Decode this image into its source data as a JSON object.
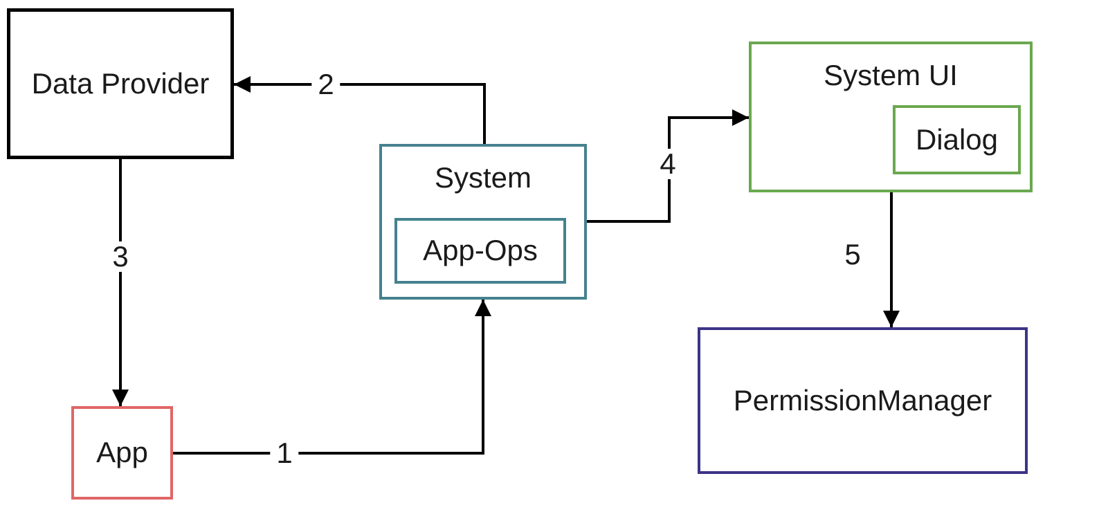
{
  "diagram": {
    "boxes": {
      "data_provider": {
        "label": "Data Provider"
      },
      "app": {
        "label": "App"
      },
      "system": {
        "label": "System"
      },
      "app_ops": {
        "label": "App-Ops"
      },
      "system_ui": {
        "label": "System UI"
      },
      "dialog": {
        "label": "Dialog"
      },
      "permission_manager": {
        "label": "PermissionManager"
      }
    },
    "arrows": [
      {
        "label": "1",
        "from": "App",
        "to": "System"
      },
      {
        "label": "2",
        "from": "System",
        "to": "Data Provider"
      },
      {
        "label": "3",
        "from": "Data Provider",
        "to": "App"
      },
      {
        "label": "4",
        "from": "System",
        "to": "System UI"
      },
      {
        "label": "5",
        "from": "System UI",
        "to": "PermissionManager"
      }
    ],
    "colors": {
      "data_provider_border": "#000000",
      "app_border": "#e06666",
      "system_border": "#45818e",
      "system_ui_border": "#6aa84f",
      "permission_manager_border": "#3c3487",
      "arrow": "#000000",
      "text": "#1a1a1a",
      "background": "#ffffff"
    }
  }
}
